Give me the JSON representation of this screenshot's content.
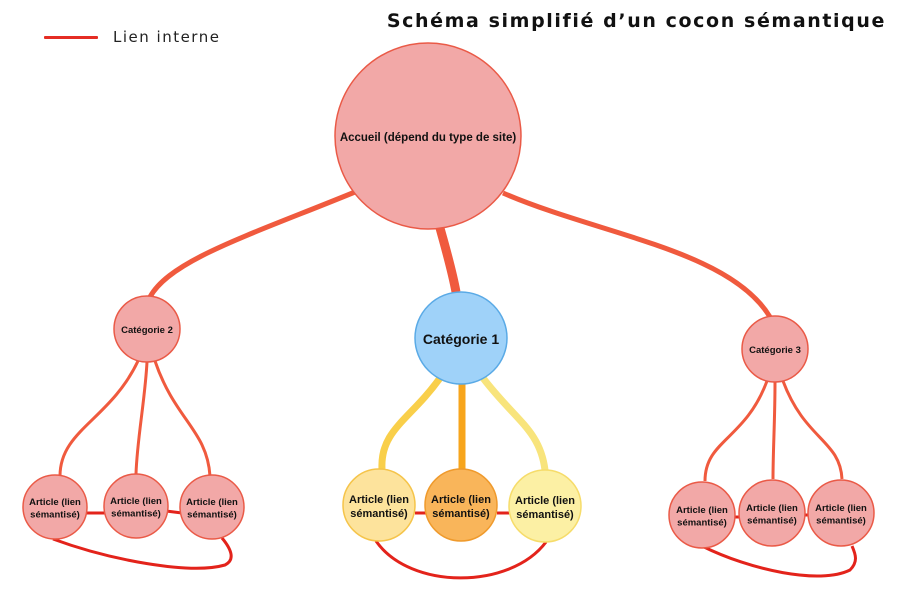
{
  "title": "Schéma simplifié d’un cocon sémantique",
  "legend": {
    "label": "Lien interne",
    "color": "#e52d24"
  },
  "colors": {
    "pink_fill": "#f2a8a7",
    "pink_stroke": "#ea5a47",
    "edge_red": "#f05a3e",
    "link_red": "#e3231b",
    "blue_fill": "#9fd2f9",
    "blue_stroke": "#5aaae6",
    "yellow1_fill": "#fde39c",
    "yellow1_stroke": "#f5c44a",
    "orange_fill": "#f9b55a",
    "orange_stroke": "#ef9a2c",
    "yellow2_fill": "#fcf0a4",
    "yellow2_stroke": "#f6dc6a",
    "edge_yellow1": "#f9cf4a",
    "edge_orange": "#f7a51c",
    "edge_yellow2": "#f8e47c"
  },
  "nodes": {
    "home": {
      "label": "Accueil (dépend du type de site)"
    },
    "cat1": {
      "label": "Catégorie 1"
    },
    "cat2": {
      "label": "Catégorie 2"
    },
    "cat3": {
      "label": "Catégorie 3"
    },
    "article_line1": "Article (lien",
    "article_line2": "sémantisé)"
  }
}
